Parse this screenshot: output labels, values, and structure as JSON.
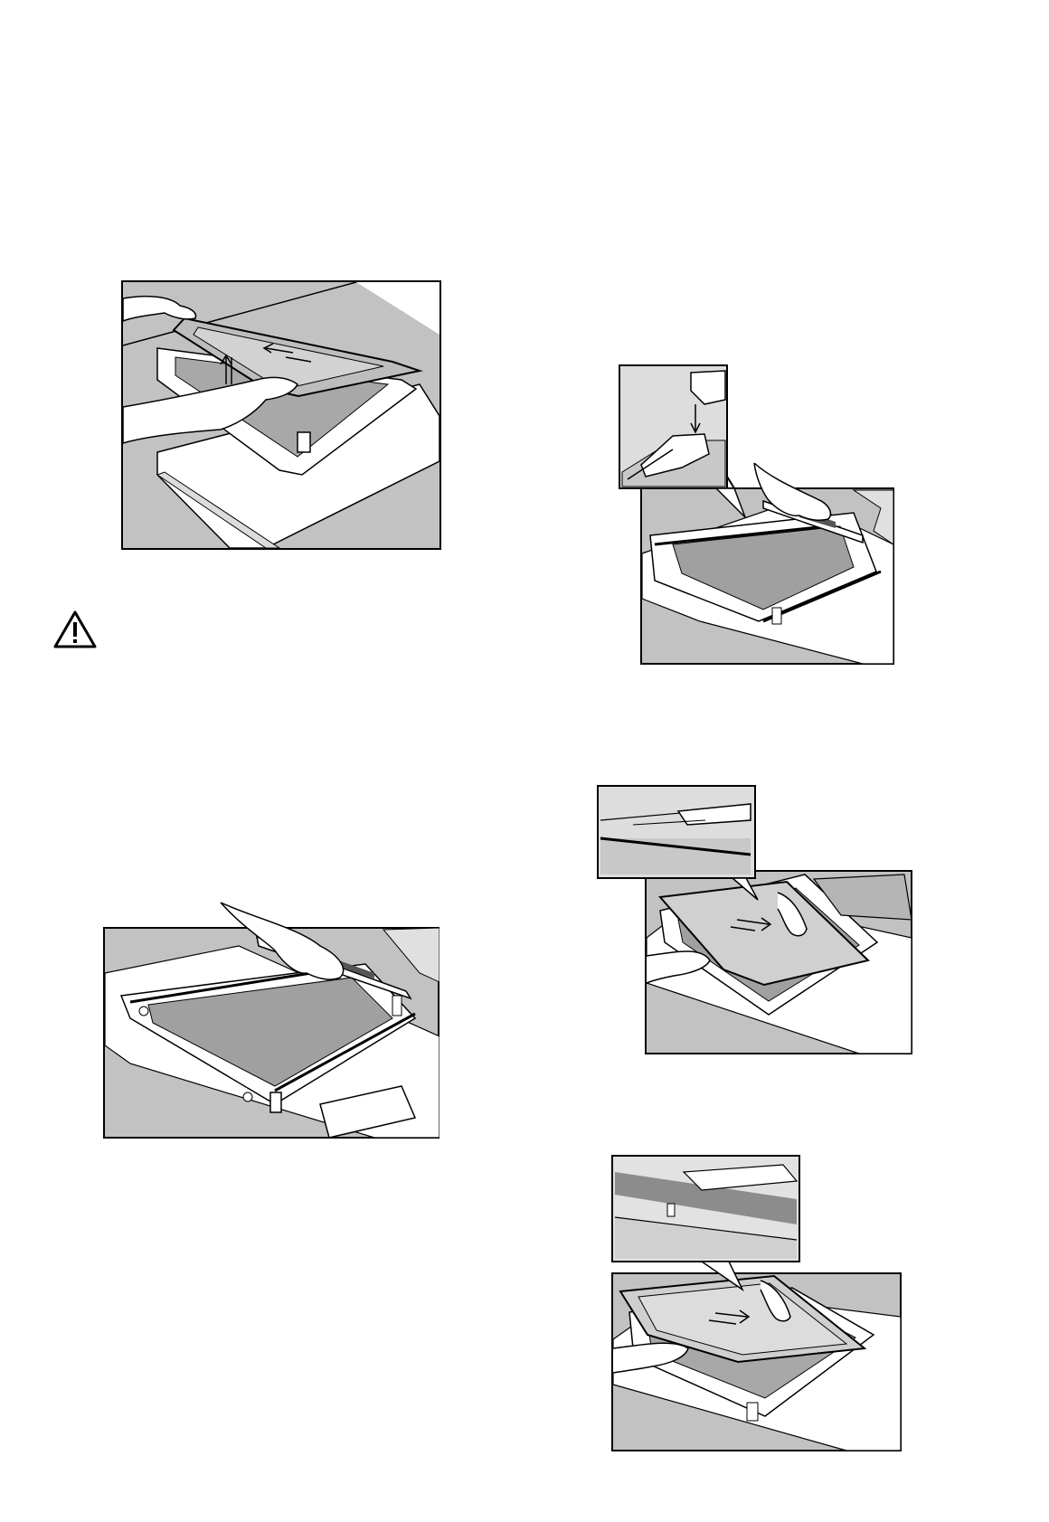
{
  "page": {
    "warning_icon": "warning-triangle-icon",
    "figures": [
      {
        "name": "figure-remove-inner-glass"
      },
      {
        "name": "figure-bracket-detail"
      },
      {
        "name": "figure-fit-bracket"
      },
      {
        "name": "figure-insert-glass-detail"
      },
      {
        "name": "figure-slide-glass-detail"
      }
    ],
    "colors": {
      "grey": "#c2c2c2",
      "dark_grey": "#8c8c8c",
      "glass": "#9a9a9a",
      "line": "#000000",
      "paper": "#ffffff"
    }
  }
}
